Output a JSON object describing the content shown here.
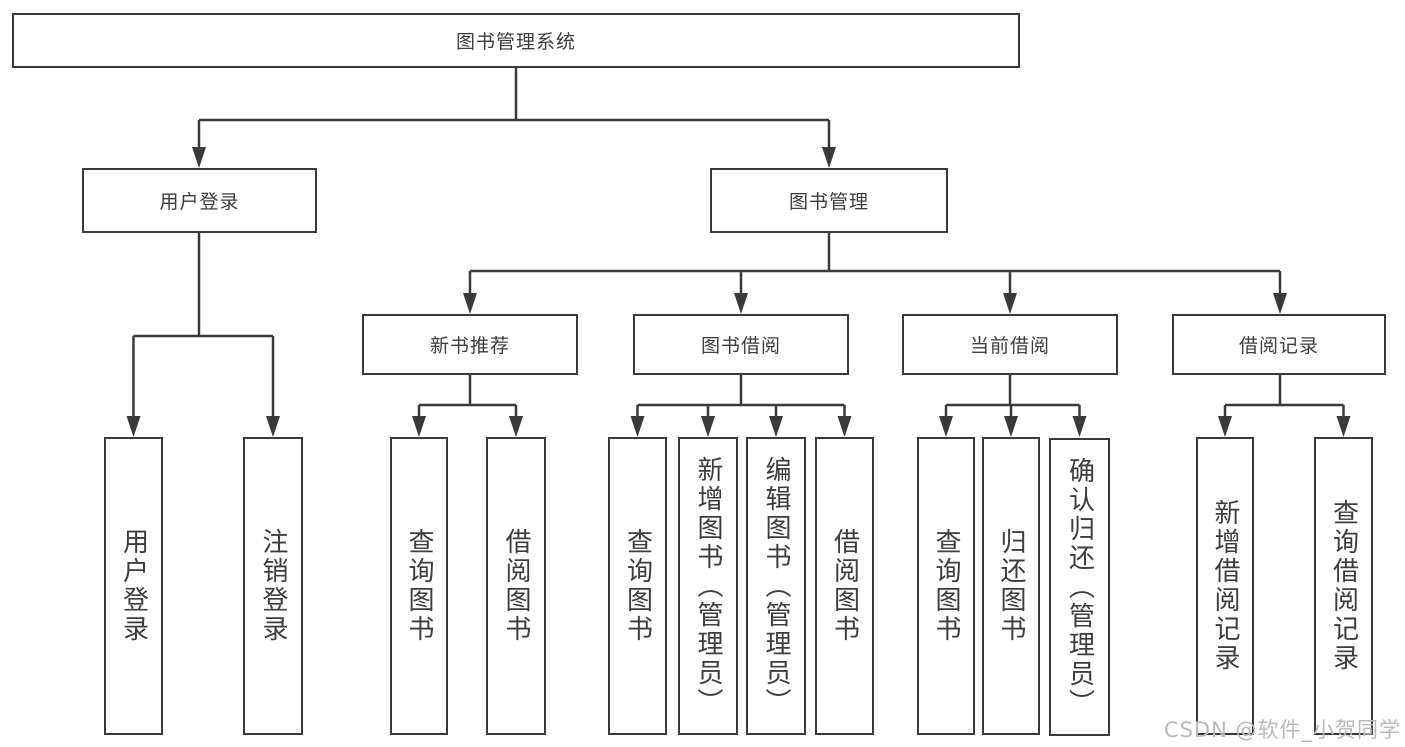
{
  "diagram": {
    "type": "function-structure-tree",
    "colors": {
      "line": "#3a3a3a",
      "box_border": "#3a3a3a",
      "text": "#3d3d3d",
      "watermark": "#b9b9b9",
      "background": "#ffffff"
    }
  },
  "tree": {
    "root": {
      "label": "图书管理系统",
      "children": [
        {
          "label": "用户登录",
          "children": [
            {
              "label": "用户登录"
            },
            {
              "label": "注销登录"
            }
          ]
        },
        {
          "label": "图书管理",
          "children": [
            {
              "label": "新书推荐",
              "children": [
                {
                  "label": "查询图书"
                },
                {
                  "label": "借阅图书"
                }
              ]
            },
            {
              "label": "图书借阅",
              "children": [
                {
                  "label": "查询图书"
                },
                {
                  "label": "新增图书（管理员）"
                },
                {
                  "label": "编辑图书（管理员）"
                },
                {
                  "label": "借阅图书"
                }
              ]
            },
            {
              "label": "当前借阅",
              "children": [
                {
                  "label": "查询图书"
                },
                {
                  "label": "归还图书"
                },
                {
                  "label": "确认归还（管理员）"
                }
              ]
            },
            {
              "label": "借阅记录",
              "children": [
                {
                  "label": "新增借阅记录"
                },
                {
                  "label": "查询借阅记录"
                }
              ]
            }
          ]
        }
      ]
    }
  },
  "watermark": {
    "text": "CSDN @软件_小贺同学"
  }
}
